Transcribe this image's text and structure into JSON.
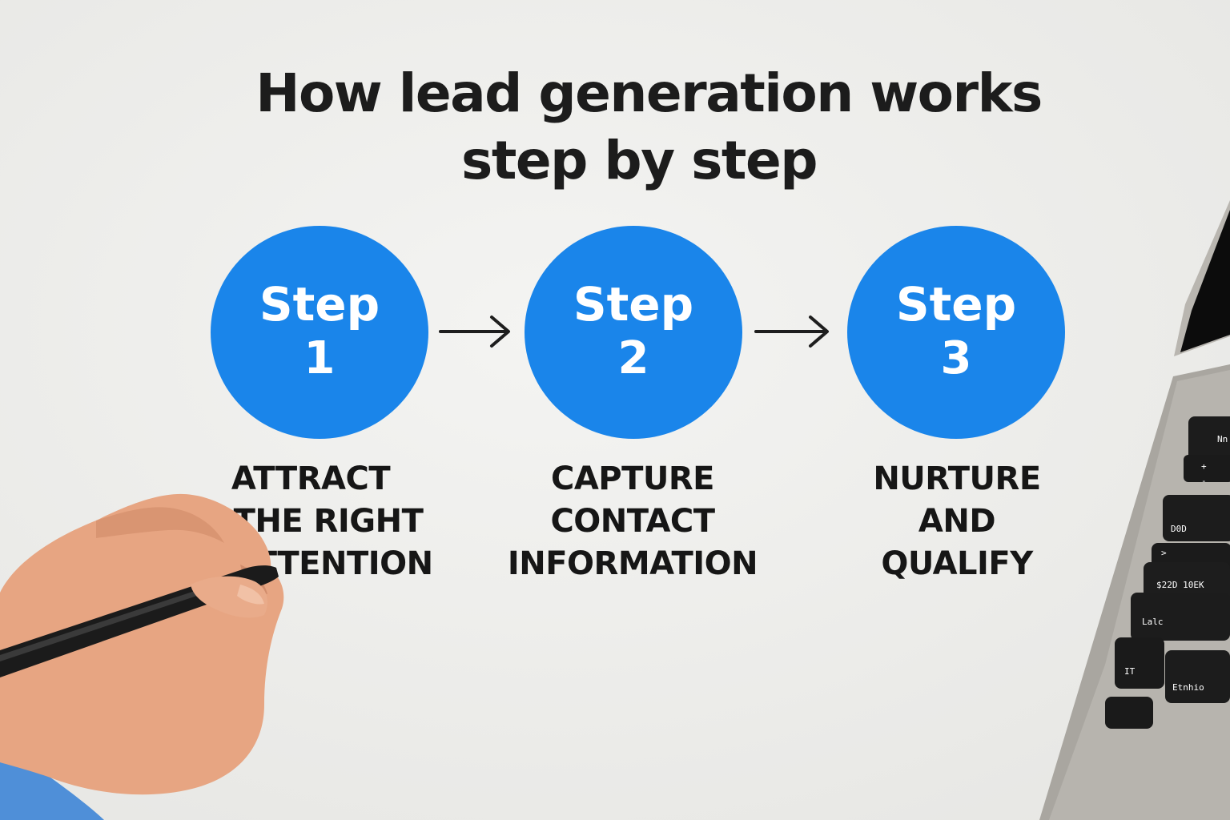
{
  "title": {
    "line1": "How lead generation works",
    "line2": "step by step"
  },
  "colors": {
    "background": "#efefed",
    "circle": "#1a85ea",
    "text": "#161616",
    "arrow": "#1e1e1e"
  },
  "steps": [
    {
      "word": "Step",
      "number": "1",
      "label": [
        "ATTRACT",
        "THE RIGHT",
        "ATTENTION"
      ]
    },
    {
      "word": "Step",
      "number": "2",
      "label": [
        "CAPTURE",
        "CONTACT",
        "INFORMATION"
      ]
    },
    {
      "word": "Step",
      "number": "3",
      "label": [
        "NURTURE",
        "AND",
        "QUALIFY"
      ]
    }
  ],
  "laptop_keys": [
    "Nn",
    "+",
    "-",
    "D0D",
    ">",
    "$22D 10EK",
    "Lalc",
    "IT",
    "Etnhio"
  ]
}
